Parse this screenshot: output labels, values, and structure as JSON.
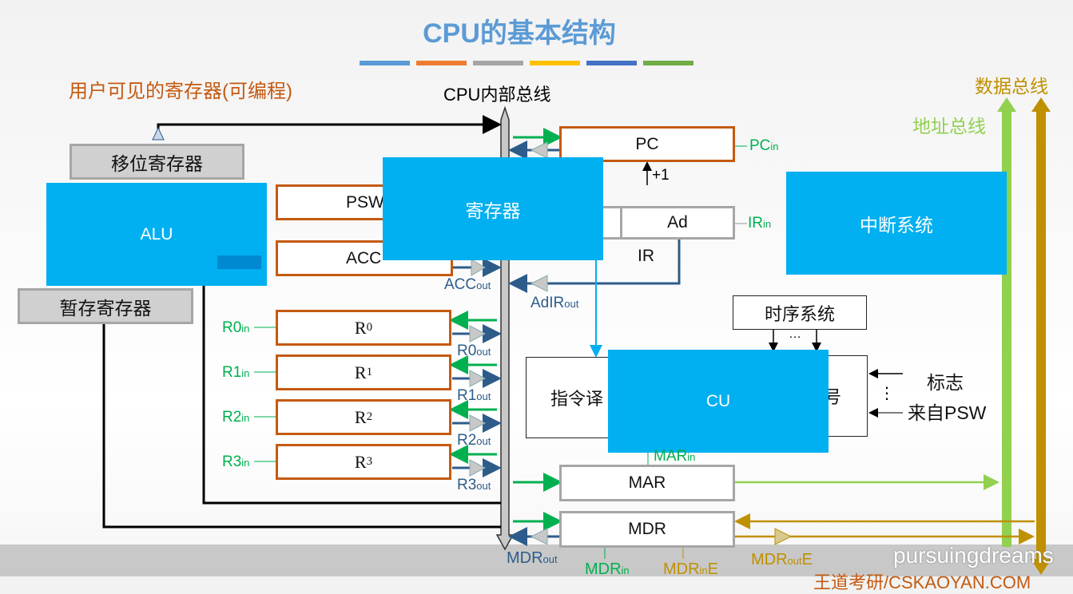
{
  "title": "CPU的基本结构",
  "title_bars": [
    "#5b9bd5",
    "#ed7d31",
    "#a5a5a5",
    "#ffc000",
    "#4472c4",
    "#70ad47"
  ],
  "user_visible_label": "用户可见的寄存器(可编程)",
  "internal_bus": "CPU内部总线",
  "data_bus": "数据总线",
  "address_bus": "地址总线",
  "shift_reg": "移位寄存器",
  "temp_reg": "暂存寄存器",
  "alu": "ALU",
  "psw": "PSW",
  "acc": "ACC",
  "registers_overlay": "寄存器",
  "pc": "PC",
  "pc_in": {
    "main": "PC",
    "sub": "in"
  },
  "plus1": "+1",
  "ad": "Ad",
  "ir": "IR",
  "ir_in": {
    "main": "IR",
    "sub": "in"
  },
  "interrupt": "中断系统",
  "acc_out": {
    "main": "ACC",
    "sub": "out"
  },
  "adir_out": {
    "main": "AdIR",
    "sub": "out"
  },
  "regs": [
    {
      "name": "R",
      "sub": "0",
      "in_main": "R0",
      "in_sub": "in",
      "out_main": "R0",
      "out_sub": "out"
    },
    {
      "name": "R",
      "sub": "1",
      "in_main": "R1",
      "in_sub": "in",
      "out_main": "R1",
      "out_sub": "out"
    },
    {
      "name": "R",
      "sub": "2",
      "in_main": "R2",
      "in_sub": "in",
      "out_main": "R2",
      "out_sub": "out"
    },
    {
      "name": "R",
      "sub": "3",
      "in_main": "R3",
      "in_sub": "in",
      "out_main": "R3",
      "out_sub": "out"
    }
  ],
  "timing": "时序系统",
  "ellipsis": "…",
  "vdots": "⋮",
  "decoder": "指令译",
  "signal_partial": "号",
  "cu": "CU",
  "flags": "标志",
  "from_psw": "来自PSW",
  "mar": "MAR",
  "mar_in": {
    "main": "MAR",
    "sub": "in"
  },
  "mdr": "MDR",
  "mdr_out": {
    "main": "MDR",
    "sub": "out"
  },
  "mdr_in": {
    "main": "MDR",
    "sub": "in"
  },
  "mdr_ine": {
    "main": "MDR",
    "sub": "in",
    "tail": "E"
  },
  "mdr_oute": {
    "main": "MDR",
    "sub": "out",
    "tail": "E"
  },
  "watermark": "pursuingdreams",
  "footer_partial": "王道考研/CSKAOYAN.COM"
}
